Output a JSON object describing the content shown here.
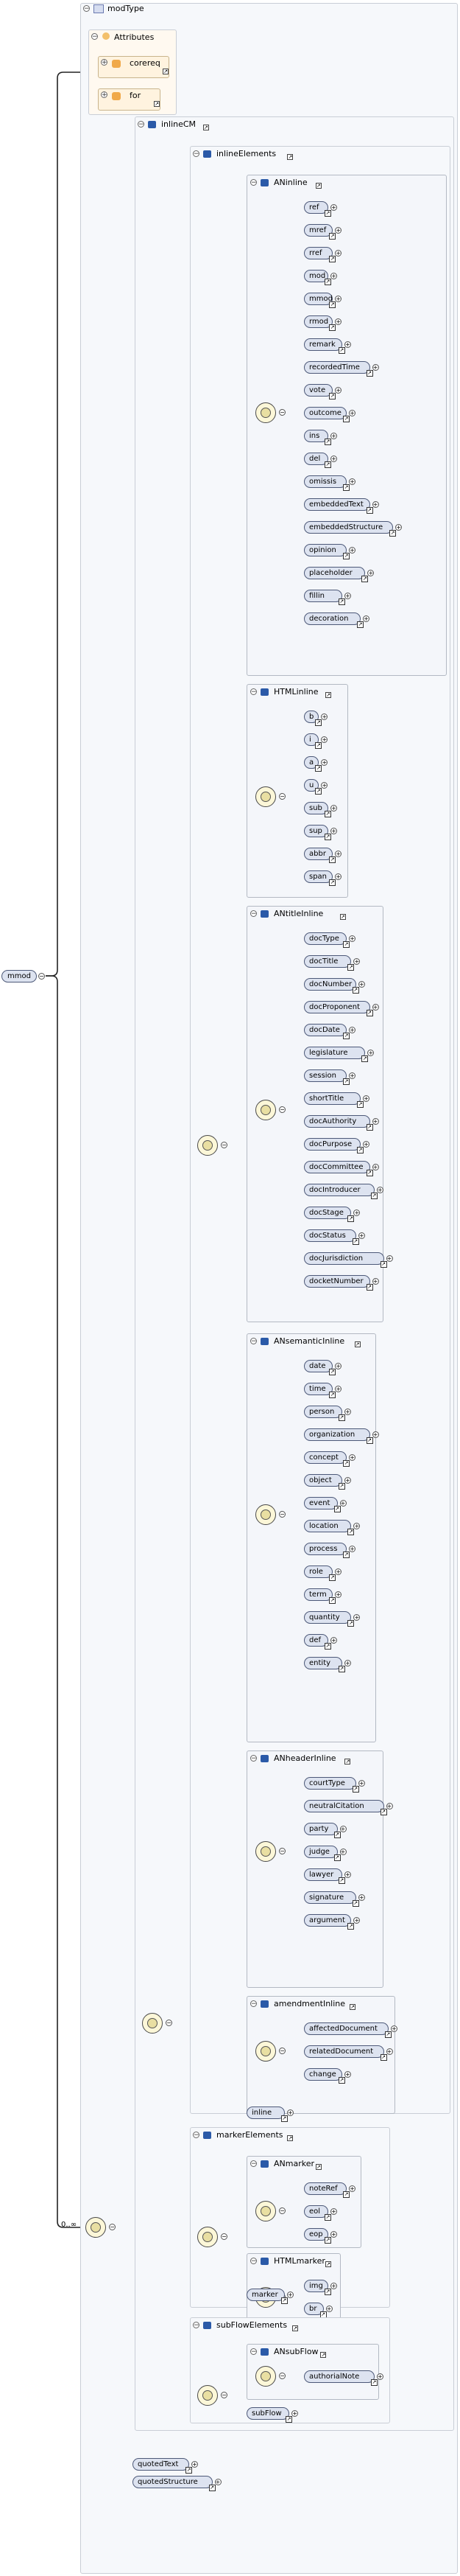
{
  "type_name": "modType",
  "root_element": "mmod",
  "attributes": {
    "title": "Attributes",
    "groups": [
      "corereq",
      "for"
    ]
  },
  "occurrence": "0..∞",
  "inlineCM": {
    "title": "inlineCM",
    "inlineElements": {
      "title": "inlineElements",
      "trailing": "inline",
      "ANinline": [
        "ref",
        "mref",
        "rref",
        "mod",
        "mmod",
        "rmod",
        "remark",
        "recordedTime",
        "vote",
        "outcome",
        "ins",
        "del",
        "omissis",
        "embeddedText",
        "embeddedStructure",
        "opinion",
        "placeholder",
        "fillin",
        "decoration"
      ],
      "HTMLinline": [
        "b",
        "i",
        "a",
        "u",
        "sub",
        "sup",
        "abbr",
        "span"
      ],
      "ANtitleInline": [
        "docType",
        "docTitle",
        "docNumber",
        "docProponent",
        "docDate",
        "legislature",
        "session",
        "shortTitle",
        "docAuthority",
        "docPurpose",
        "docCommittee",
        "docIntroducer",
        "docStage",
        "docStatus",
        "docJurisdiction",
        "docketNumber"
      ],
      "ANsemanticInline": [
        "date",
        "time",
        "person",
        "organization",
        "concept",
        "object",
        "event",
        "location",
        "process",
        "role",
        "term",
        "quantity",
        "def",
        "entity"
      ],
      "ANheaderInline": [
        "courtType",
        "neutralCitation",
        "party",
        "judge",
        "lawyer",
        "signature",
        "argument"
      ],
      "amendmentInline": [
        "affectedDocument",
        "relatedDocument",
        "change"
      ]
    },
    "markerElements": {
      "title": "markerElements",
      "ANmarker": [
        "noteRef",
        "eol",
        "eop"
      ],
      "HTMLmarker": [
        "img",
        "br"
      ],
      "trailing": "marker"
    },
    "subFlowElements": {
      "title": "subFlowElements",
      "ANsubFlow": [
        "authorialNote"
      ],
      "trailing": "subFlow"
    }
  },
  "tail_elements": [
    "quotedText",
    "quotedStructure"
  ],
  "group_titles": {
    "ANinline": "ANinline",
    "HTMLinline": "HTMLinline",
    "ANtitleInline": "ANtitleInline",
    "ANsemanticInline": "ANsemanticInline",
    "ANheaderInline": "ANheaderInline",
    "amendmentInline": "amendmentInline",
    "ANmarker": "ANmarker",
    "HTMLmarker": "HTMLmarker",
    "ANsubFlow": "ANsubFlow"
  }
}
